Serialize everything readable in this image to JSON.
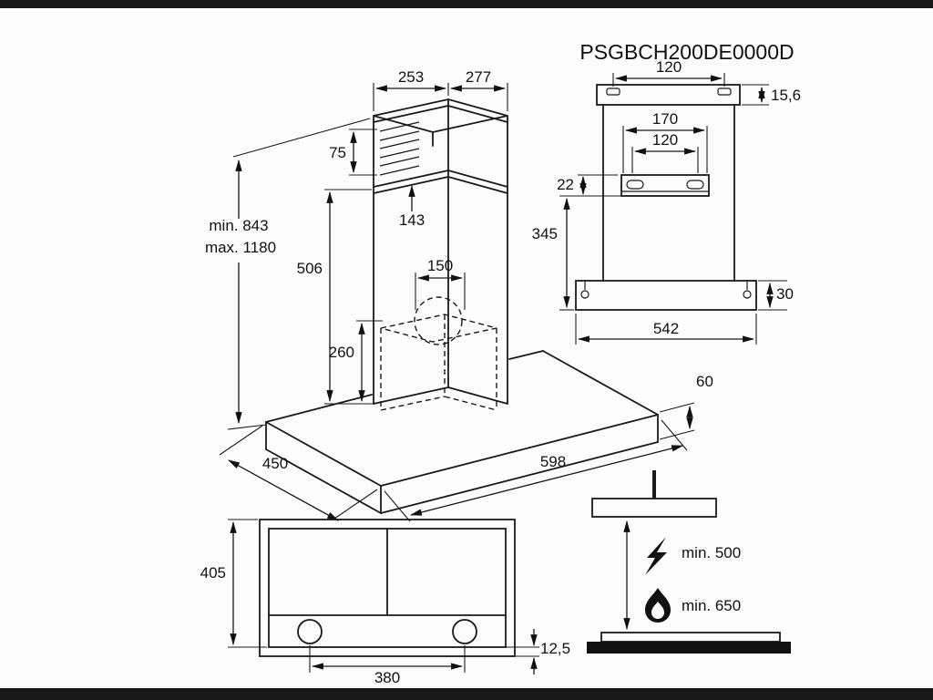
{
  "model": "PSGBCH200DE0000D",
  "iso": {
    "top_width": "253",
    "top_depth": "277",
    "grille_h": "75",
    "junction": "143",
    "upper_h": "506",
    "outlet_d": "150",
    "lower_h": "260",
    "h_min": "min. 843",
    "h_max": "max. 1180",
    "depth": "450",
    "width": "598",
    "slab_h": "60"
  },
  "rear": {
    "rail_span": "120",
    "rail_h": "15,6",
    "holes_outer": "170",
    "holes_inner": "120",
    "bracket_h": "22",
    "drop": "345",
    "body_h": "30",
    "body_w": "542"
  },
  "plan": {
    "depth": "405",
    "knob_span": "380",
    "strip": "12,5"
  },
  "clearance": {
    "electric": "min. 500",
    "gas": "min. 650"
  }
}
